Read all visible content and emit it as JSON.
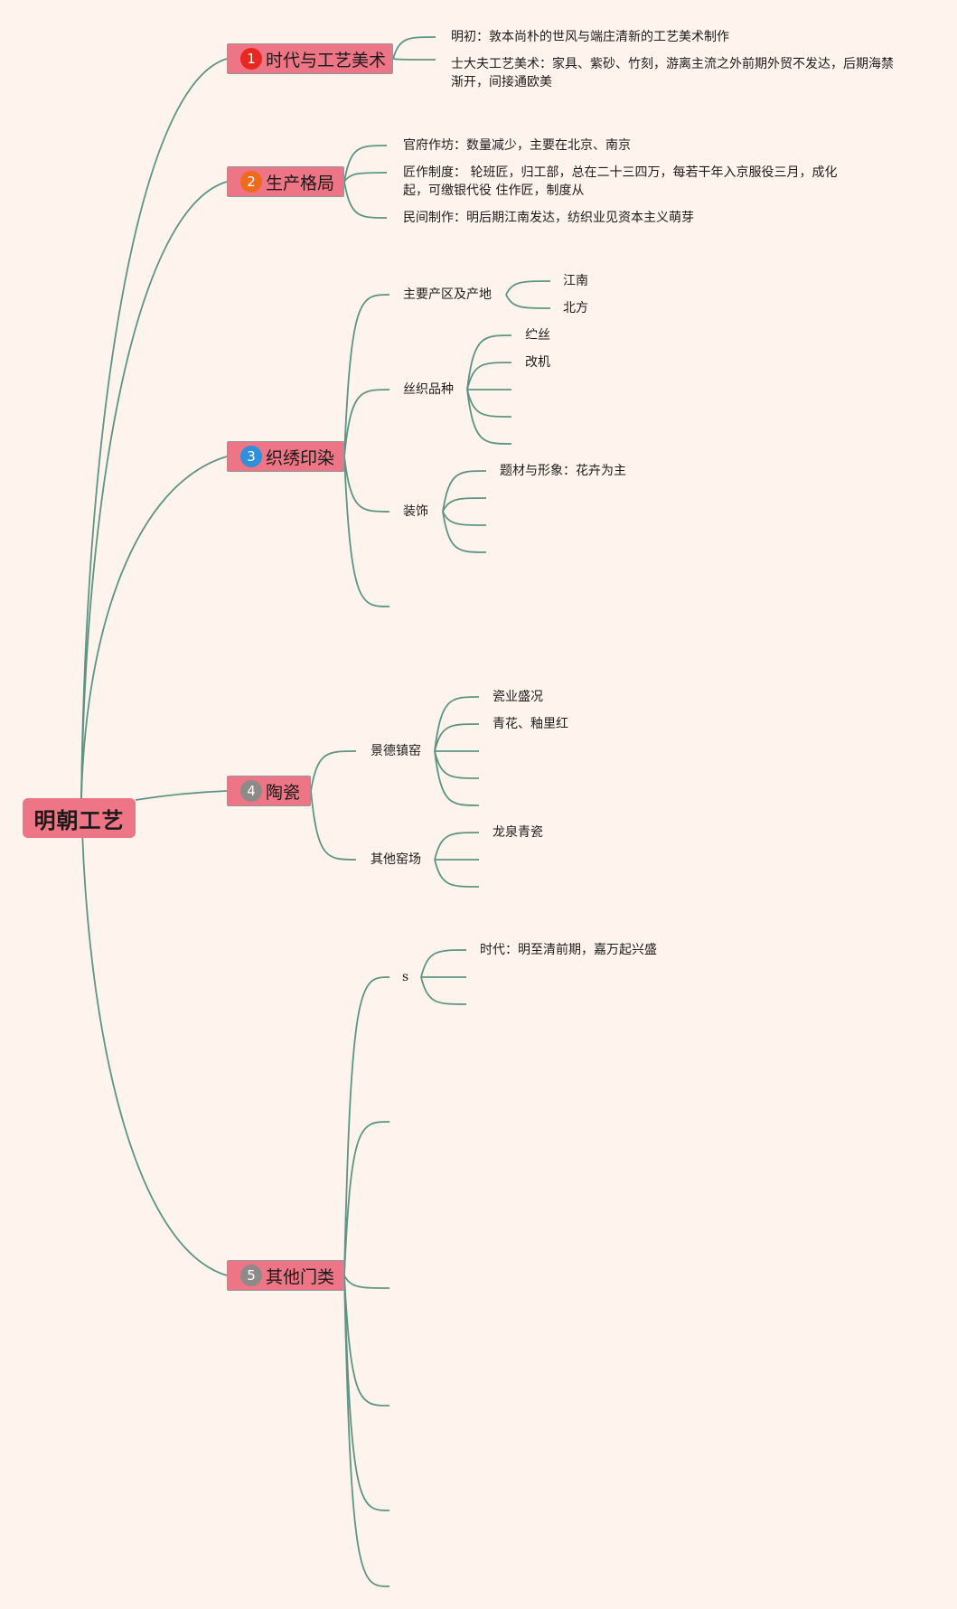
{
  "root": {
    "label": "明朝工艺"
  },
  "colors": {
    "background": "#fff3ee",
    "node_fill": "#ee7585",
    "link": "#5e9484",
    "badge_1": "#e8271e",
    "badge_2": "#ee6a1c",
    "badge_3": "#2e8fdb",
    "badge_4": "#8e8a8a",
    "badge_5": "#8e8a8a"
  },
  "branches": [
    {
      "badge": "1",
      "label": "时代与工艺美术",
      "children": [
        {
          "text": "明初：敦本尚朴的世风与端庄清新的工艺美术制作"
        },
        {
          "text": "士大夫工艺美术：家具、紫砂、竹刻，游离主流之外前期外贸不发达，后期海禁渐开，间接通欧美"
        }
      ]
    },
    {
      "badge": "2",
      "label": "生产格局",
      "children": [
        {
          "text": "官府作坊：数量减少，主要在北京、南京"
        },
        {
          "text": "匠作制度： 轮班匠，归工部，总在二十三四万，每若干年入京服役三月，成化起，可缴银代役 住作匠，制度从"
        },
        {
          "text": "民间制作：明后期江南发达，纺织业见资本主义萌芽"
        }
      ]
    },
    {
      "badge": "3",
      "label": "织绣印染",
      "children": [
        {
          "text": "主要产区及产地",
          "children": [
            {
              "text": "江南"
            },
            {
              "text": "北方"
            }
          ]
        },
        {
          "text": "丝织品种",
          "children": [
            {
              "text": "纻丝"
            },
            {
              "text": "改机"
            }
          ]
        },
        {
          "text": "装饰",
          "children": [
            {
              "text": "题材与形象：花卉为主"
            }
          ]
        }
      ]
    },
    {
      "badge": "4",
      "label": "陶瓷",
      "children": [
        {
          "text": "景德镇窑",
          "children": [
            {
              "text": "瓷业盛况"
            },
            {
              "text": "青花、釉里红"
            }
          ]
        },
        {
          "text": "其他窑场",
          "children": [
            {
              "text": "龙泉青瓷"
            }
          ]
        }
      ]
    },
    {
      "badge": "5",
      "label": "其他门类",
      "children": [
        {
          "text": "s",
          "children": [
            {
              "text": "时代：明至清前期，嘉万起兴盛"
            }
          ]
        }
      ]
    }
  ]
}
